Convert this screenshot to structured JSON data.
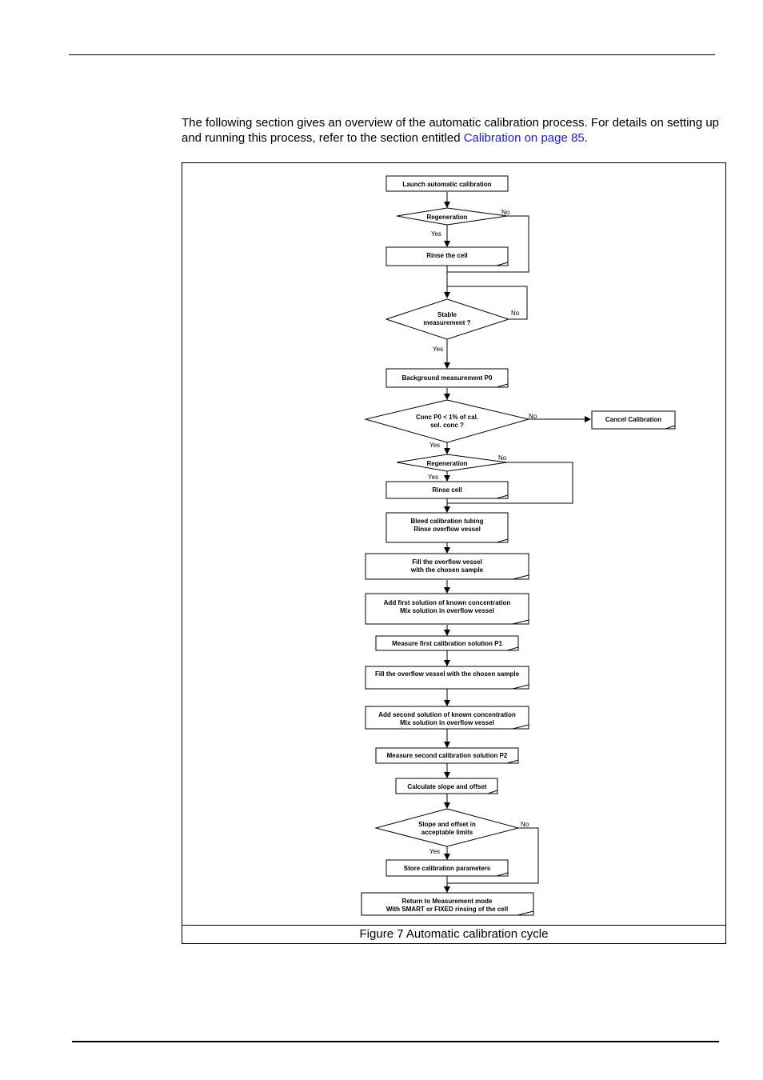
{
  "intro": {
    "text_before": "The following section gives an overview of the automatic calibration process. For details on setting up and running this process, refer to the section entitled ",
    "link": "Calibration on page 85",
    "text_after": "."
  },
  "flowchart": {
    "launch": "Launch automatic calibration",
    "regeneration_1": "Regeneration",
    "rinse_the_cell": "Rinse the cell",
    "stable_line1": "Stable",
    "stable_line2": "measurement ?",
    "background": "Background measurement P0",
    "conc_line1": "Conc P0 < 1% of cal.",
    "conc_line2": "sol. conc ?",
    "cancel": "Cancel Calibration",
    "regeneration_2": "Regeneration",
    "rinse_cell": "Rinse cell",
    "bleed_line1": "Bleed calibration tubing",
    "bleed_line2": "Rinse overflow vessel",
    "fill1_line1": "Fill the overflow vessel",
    "fill1_line2": "with the chosen sample",
    "add1_line1": "Add first solution of known concentration",
    "add1_line2": "Mix solution in overflow vessel",
    "measure_p1": "Measure first calibration solution P1",
    "fill2": "Fill the overflow vessel with the chosen sample",
    "add2_line1": "Add second solution of known concentration",
    "add2_line2": "Mix solution in overflow vessel",
    "measure_p2": "Measure second calibration solution P2",
    "calculate": "Calculate slope and offset",
    "slope_line1": "Slope and offset in",
    "slope_line2": "acceptable limits",
    "store": "Store calibration parameters",
    "return_line1": "Return to Measurement mode",
    "return_line2": "With SMART or FIXED rinsing of the cell",
    "yes": "Yes",
    "no": "No"
  },
  "caption": "Figure 7  Automatic calibration cycle"
}
